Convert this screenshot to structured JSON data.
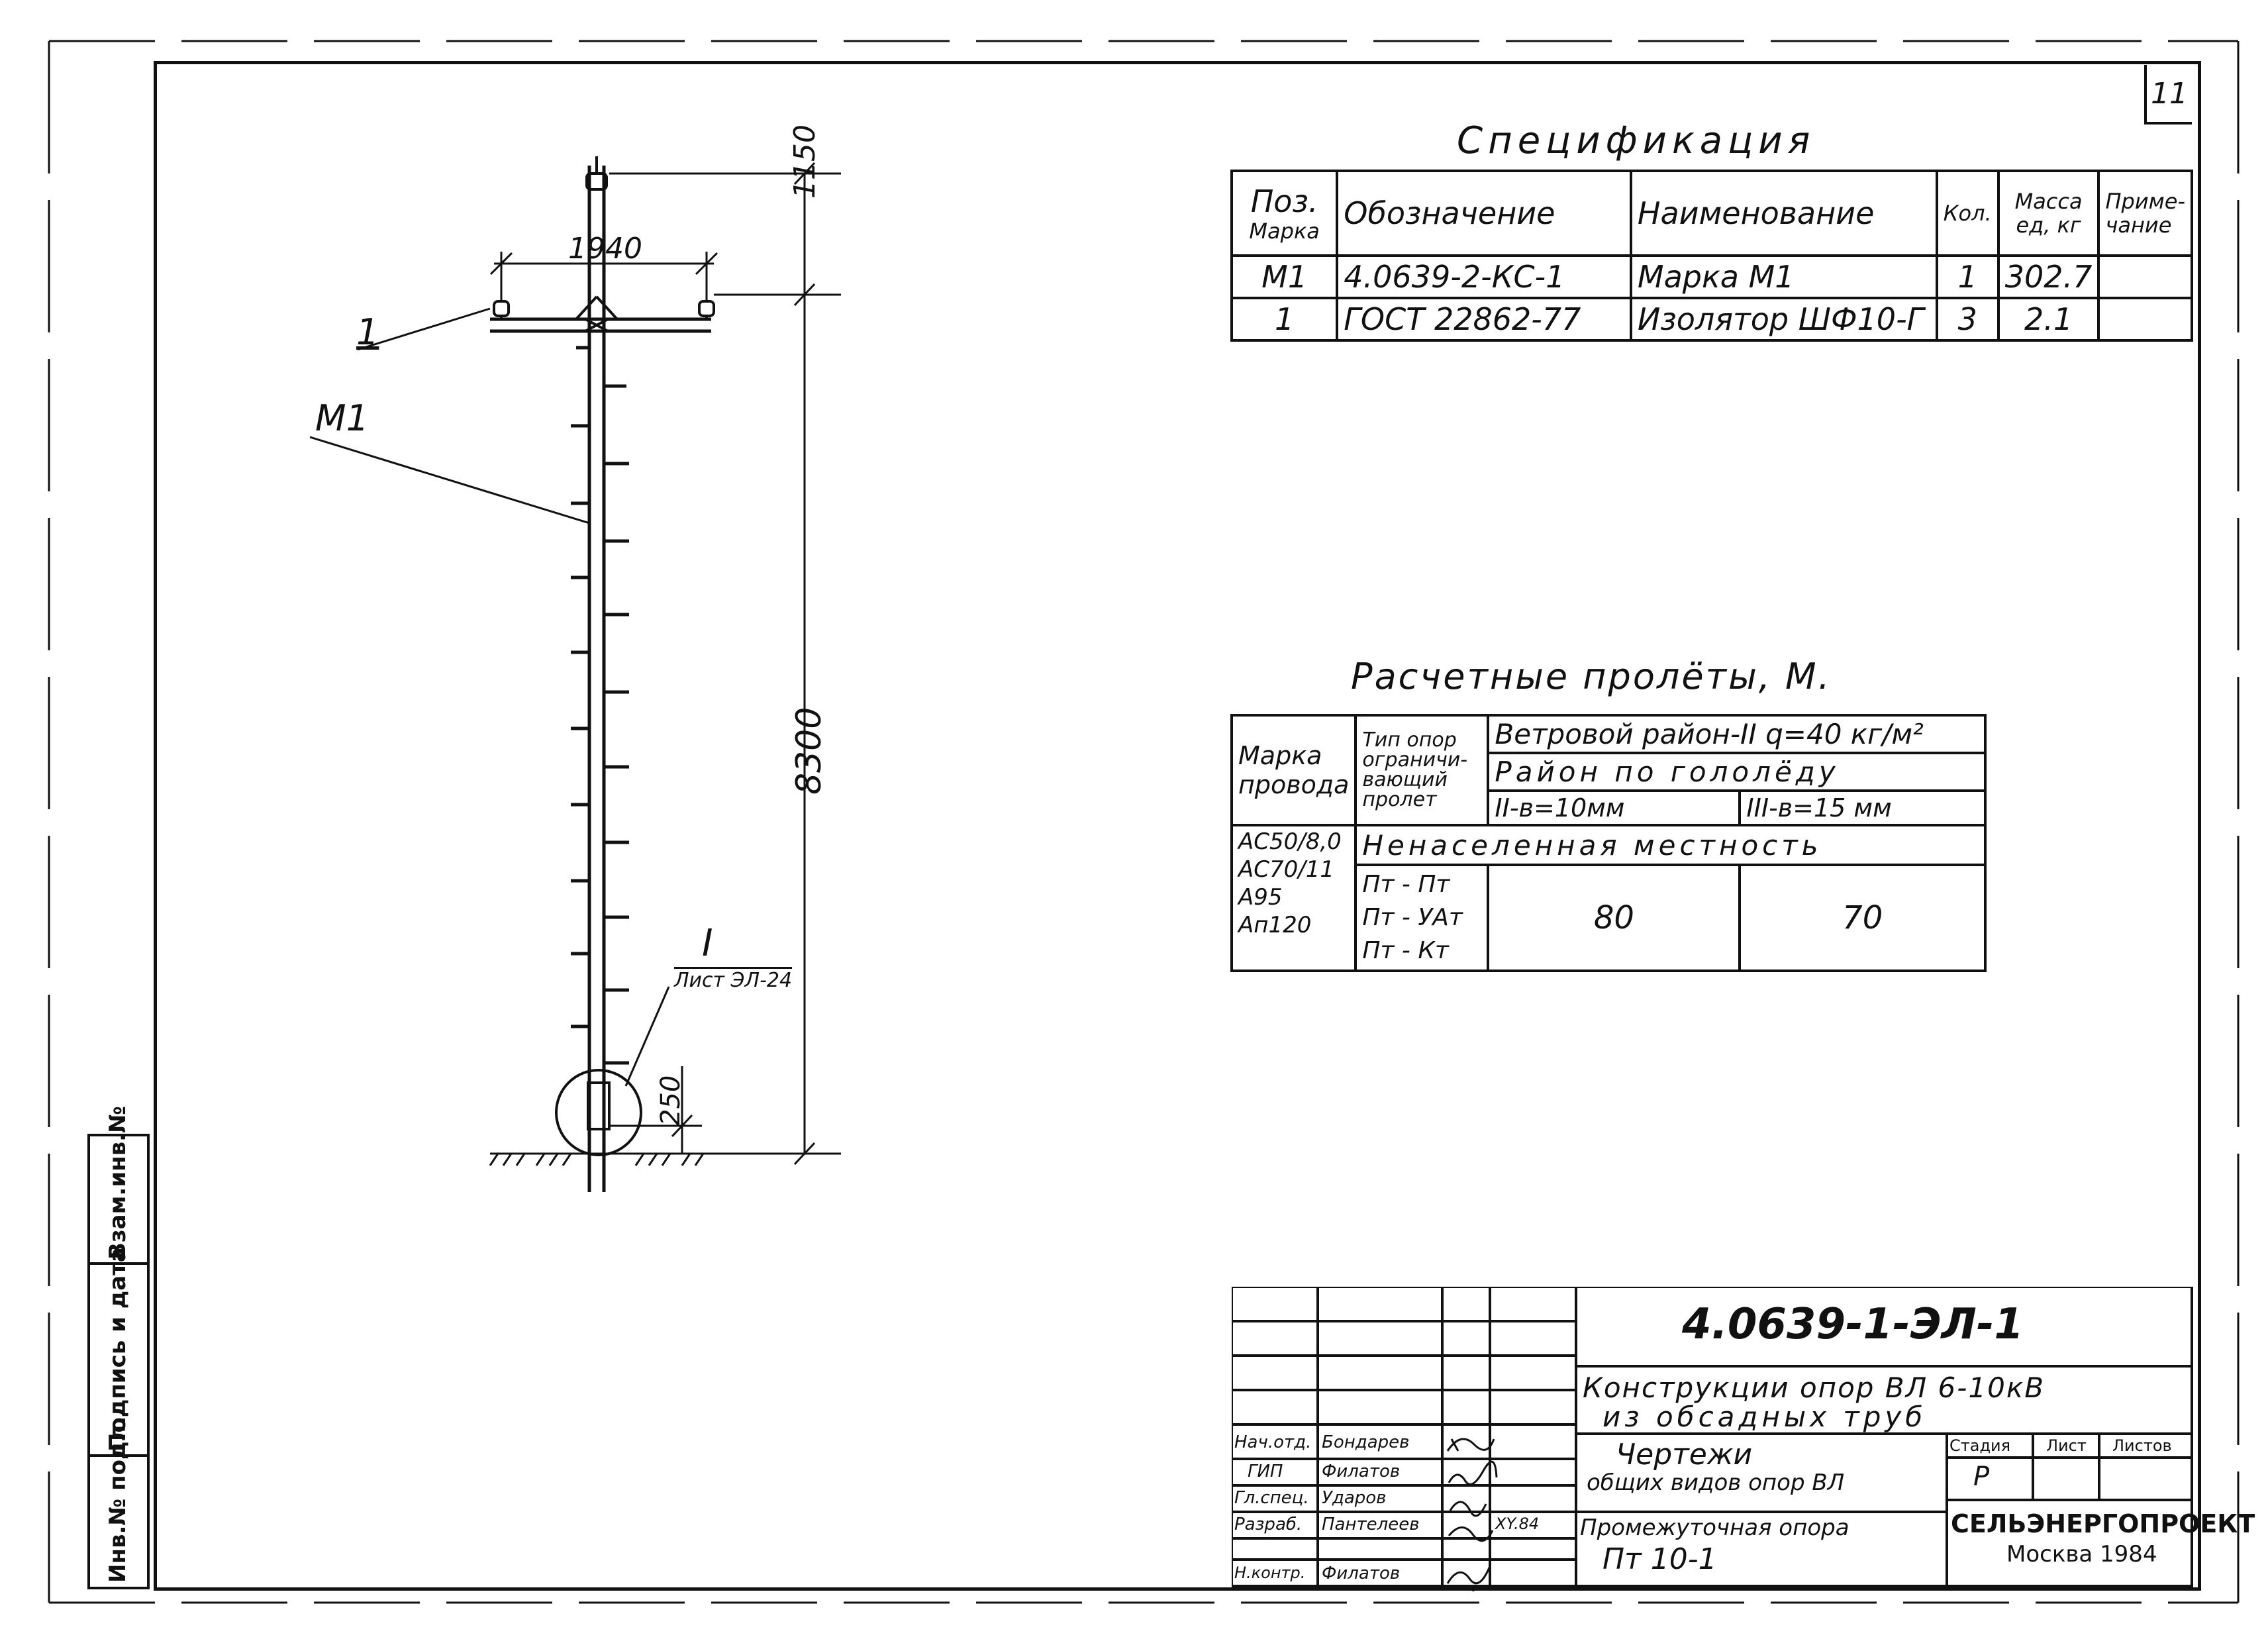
{
  "sheet_number": "11",
  "drawing": {
    "dim_top": "1150",
    "dim_crossarm": "1940",
    "dim_height": "8300",
    "dim_footing": "250",
    "leader_pos1": "1",
    "leader_m1": "M1",
    "node_label": "I",
    "node_ref": "Лист ЭЛ-24"
  },
  "spec": {
    "title": "Спецификация",
    "headers": {
      "pos": "Поз.",
      "pos_sub": "Марка",
      "designation": "Обозначение",
      "name": "Наименование",
      "qty": "Кол.",
      "mass": "Масса",
      "mass_sub": "ед, кг",
      "note": "Приме-",
      "note_sub": "чание"
    },
    "rows": [
      {
        "pos": "М1",
        "designation": "4.0639-2-КС-1",
        "name": "Марка М1",
        "qty": "1",
        "mass": "302.7",
        "note": ""
      },
      {
        "pos": "1",
        "designation": "ГОСТ 22862-77",
        "name": "Изолятор ШФ10-Г",
        "qty": "3",
        "mass": "2.1",
        "note": ""
      }
    ]
  },
  "spans": {
    "title": "Расчетные пролёты, М.",
    "h_wire1": "Марка",
    "h_wire2": "провода",
    "h_type1": "Тип опор",
    "h_type2": "ограничи-",
    "h_type3": "вающий",
    "h_type4": "пролет",
    "wind": "Ветровой район-II  q=40 кг/м²",
    "ice": "Район по гололёду",
    "ice_a": "II-в=10мм",
    "ice_b": "III-в=15 мм",
    "area": "Ненаселенная местность",
    "wires": [
      "АС50/8,0",
      "АС70/11",
      "А95",
      "Ап120"
    ],
    "types": [
      "Пт - Пт",
      "Пт - УАт",
      "Пт - Кт"
    ],
    "value_a": "80",
    "value_b": "70"
  },
  "title_block": {
    "code": "4.0639-1-ЭЛ-1",
    "project1": "Конструкции опор ВЛ 6-10кВ",
    "project2": "из обсадных труб",
    "sheet_title1": "Чертежи",
    "sheet_title2": "общих видов опор ВЛ",
    "element1": "Промежуточная опора",
    "element2": "Пт 10-1",
    "stage_h": "Стадия",
    "sheet_h": "Лист",
    "sheets_h": "Листов",
    "stage": "Р",
    "org": "СЕЛЬЭНЕРГОПРОЕКТ",
    "city": "Москва 1984",
    "signatures": [
      {
        "role": "Нач.отд.",
        "name": "Бондарев",
        "date": ""
      },
      {
        "role": "ГИП",
        "name": "Филатов",
        "date": ""
      },
      {
        "role": "Гл.спец.",
        "name": "Ударов",
        "date": ""
      },
      {
        "role": "Разраб.",
        "name": "Пантелеев",
        "date": "XY.84"
      },
      {
        "role": "Н.контр.",
        "name": "Филатов",
        "date": ""
      }
    ]
  },
  "side_stamp": {
    "inv_orig": "Инв.№ подл.",
    "sign_date": "Подпись и дата",
    "inv_replace": "Взам.инв.№"
  }
}
